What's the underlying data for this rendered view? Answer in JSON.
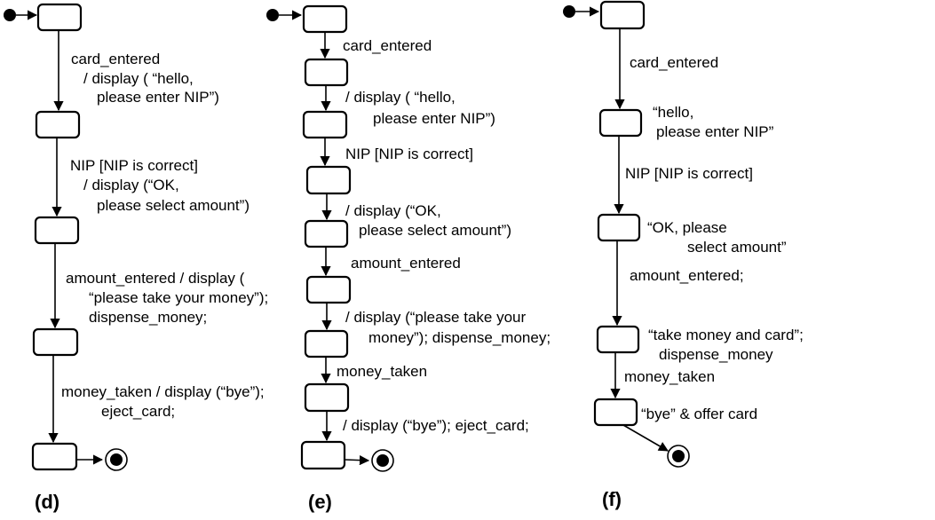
{
  "diagrams": {
    "d": {
      "caption": "(d)",
      "labels": [
        "card_entered",
        "/ display ( “hello,",
        "please enter NIP”)",
        "NIP [NIP is correct]",
        "/ display (“OK,",
        "please select amount”)",
        "amount_entered / display (",
        "“please take your money”);",
        "dispense_money;",
        "money_taken / display (“bye”);",
        "eject_card;"
      ]
    },
    "e": {
      "caption": "(e)",
      "labels": [
        "card_entered",
        "/ display ( “hello,",
        "please enter NIP”)",
        "NIP [NIP is correct]",
        "/ display (“OK,",
        "please select amount”)",
        "amount_entered",
        "/ display (“please take your",
        "money”); dispense_money;",
        "money_taken",
        "/ display (“bye”); eject_card;"
      ]
    },
    "f": {
      "caption": "(f)",
      "labels": [
        "card_entered",
        "“hello,",
        "please enter NIP”",
        "NIP [NIP is correct]",
        "“OK, please",
        "select amount”",
        "amount_entered;",
        "“take money and card”;",
        "dispense_money",
        "money_taken",
        "“bye” & offer card"
      ]
    }
  }
}
